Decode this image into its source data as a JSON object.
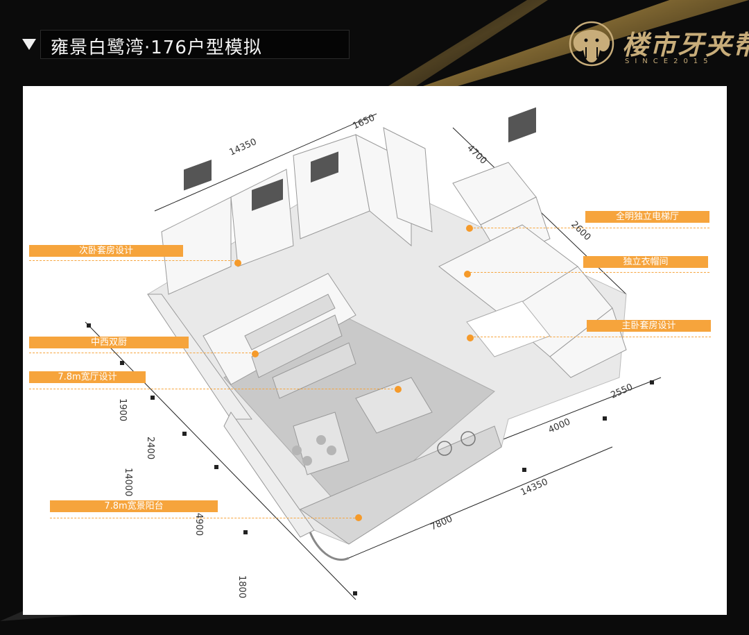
{
  "header": {
    "title": "雍景白鹭湾·176户型模拟"
  },
  "logo": {
    "name": "楼市牙夹帮",
    "since": "SINCE2015"
  },
  "colors": {
    "accent": "#f6a43c",
    "logo_gold": "#c8ad7a",
    "background": "#0b0b0b"
  },
  "callouts": [
    {
      "label": "次卧套房设计"
    },
    {
      "label": "中西双厨"
    },
    {
      "label": "7.8m宽厅设计"
    },
    {
      "label": "7.8m宽景阳台"
    },
    {
      "label": "全明独立电梯厅"
    },
    {
      "label": "独立衣帽间"
    },
    {
      "label": "主卧套房设计"
    }
  ],
  "dimensions": {
    "top_total": "14350",
    "top_a": "1650",
    "right_a": "4000",
    "right_b": "2550",
    "bottom_total": "14350",
    "bottom_a": "7800",
    "bottom_b": "4000",
    "bottom_c": "2550",
    "left_total": "14000",
    "left_a": "1900",
    "left_b": "2400",
    "left_c": "1800",
    "left_d": "4900",
    "top_b": "4700",
    "right_c": "2600"
  }
}
